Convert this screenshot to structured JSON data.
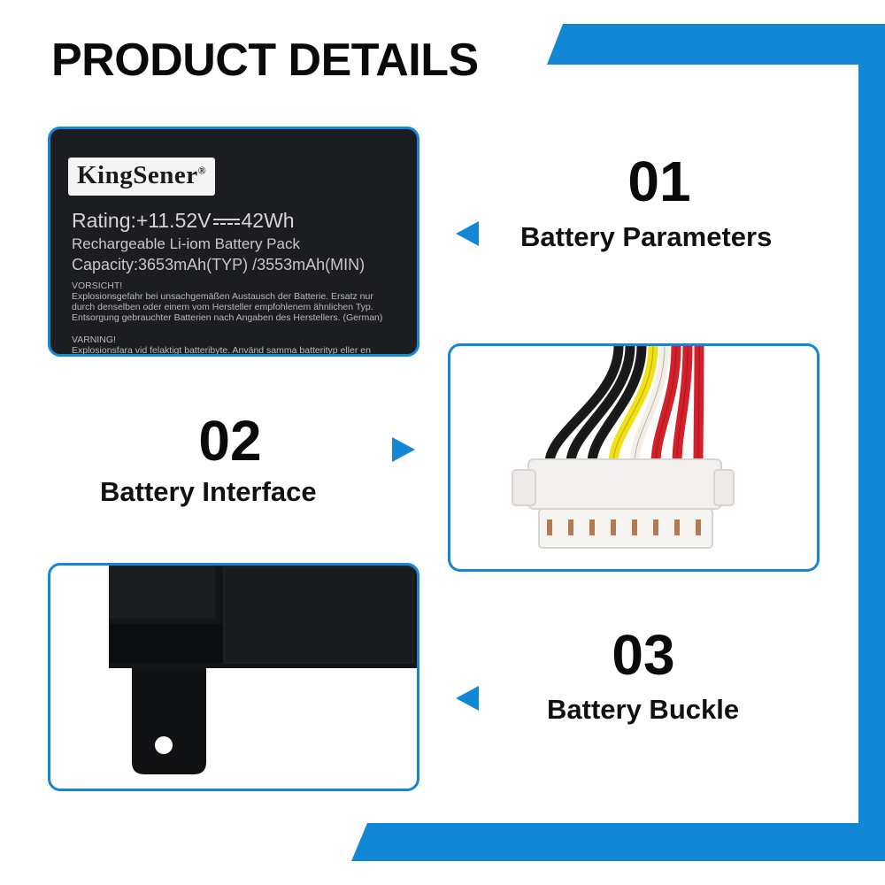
{
  "title": "PRODUCT DETAILS",
  "colors": {
    "accent": "#1187d6",
    "text": "#0a0a0a",
    "background": "#ffffff"
  },
  "label": {
    "brand": "KingSener",
    "brand_mark": "®",
    "rating": "Rating:+11.52V",
    "rating_wh": "42Wh",
    "pack": "Rechargeable Li-iom Battery Pack",
    "capacity": "Capacity:3653mAh(TYP) /3553mAh(MIN)",
    "warning_1": "VORSICHT!",
    "warning_2": "Explosionsgefahr bei unsachgemäßen Austausch der Batterie. Ersatz nur",
    "warning_3": "durch denselben oder einem vom Hersteller empfohlenem ähnlichen Typ.",
    "warning_4": "Entsorgung gebrauchter Batterien nach Angaben des Herstellers. (German)",
    "warning_5": "VARNING!",
    "warning_6": "Explosionsfara vid felaktigt batteribyte. Använd samma batterityp eller en"
  },
  "features": [
    {
      "number": "01",
      "label": "Battery Parameters",
      "icon": "arrow-left-icon"
    },
    {
      "number": "02",
      "label": "Battery Interface",
      "icon": "arrow-right-icon"
    },
    {
      "number": "03",
      "label": "Battery Buckle",
      "icon": "arrow-left-icon"
    }
  ],
  "wire_colors": [
    "#1a1a1a",
    "#1a1a1a",
    "#1a1a1a",
    "#f2e017",
    "#f4efe6",
    "#d3202a",
    "#d3202a",
    "#d3202a"
  ]
}
